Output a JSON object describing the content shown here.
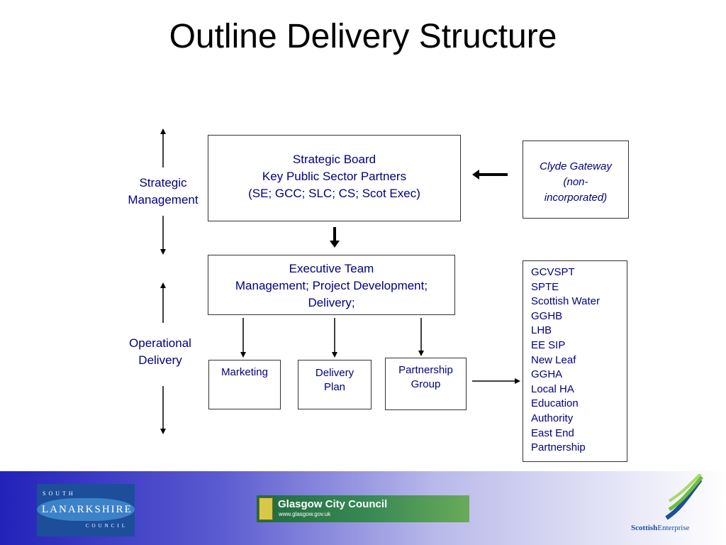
{
  "title": "Outline Delivery Structure",
  "side_labels": {
    "strategic": [
      "Strategic",
      "Management"
    ],
    "operational": [
      "Operational",
      "Delivery"
    ]
  },
  "strategic_board": [
    "Strategic Board",
    "Key Public Sector Partners",
    "(SE; GCC; SLC; CS; Scot Exec)"
  ],
  "clyde_gateway": [
    "Clyde Gateway",
    "(non-",
    "incorporated)"
  ],
  "executive_team": [
    "Executive Team",
    "Management; Project Development;",
    "Delivery;"
  ],
  "marketing": [
    "Marketing"
  ],
  "delivery_plan": [
    "Delivery",
    "Plan"
  ],
  "partnership_group": [
    "Partnership",
    "Group"
  ],
  "partners_list": [
    "GCVSPT",
    "SPTE",
    "Scottish Water",
    "GGHB",
    "LHB",
    "EE SIP",
    "New Leaf",
    "GGHA",
    "Local HA",
    "Education",
    "Authority",
    "East End",
    "Partnership"
  ],
  "logos": {
    "south_lanarkshire": {
      "top": "SOUTH",
      "middle": "LANARKSHIRE",
      "bottom": "COUNCIL"
    },
    "glasgow": {
      "name": "Glasgow City Council",
      "url": "www.glasgow.gov.uk"
    },
    "scottish_enterprise": {
      "word1": "Scottish",
      "word2": "Enterprise"
    }
  },
  "colors": {
    "text": "#000080",
    "border": "#333333",
    "footer_start": "#2222bb"
  }
}
